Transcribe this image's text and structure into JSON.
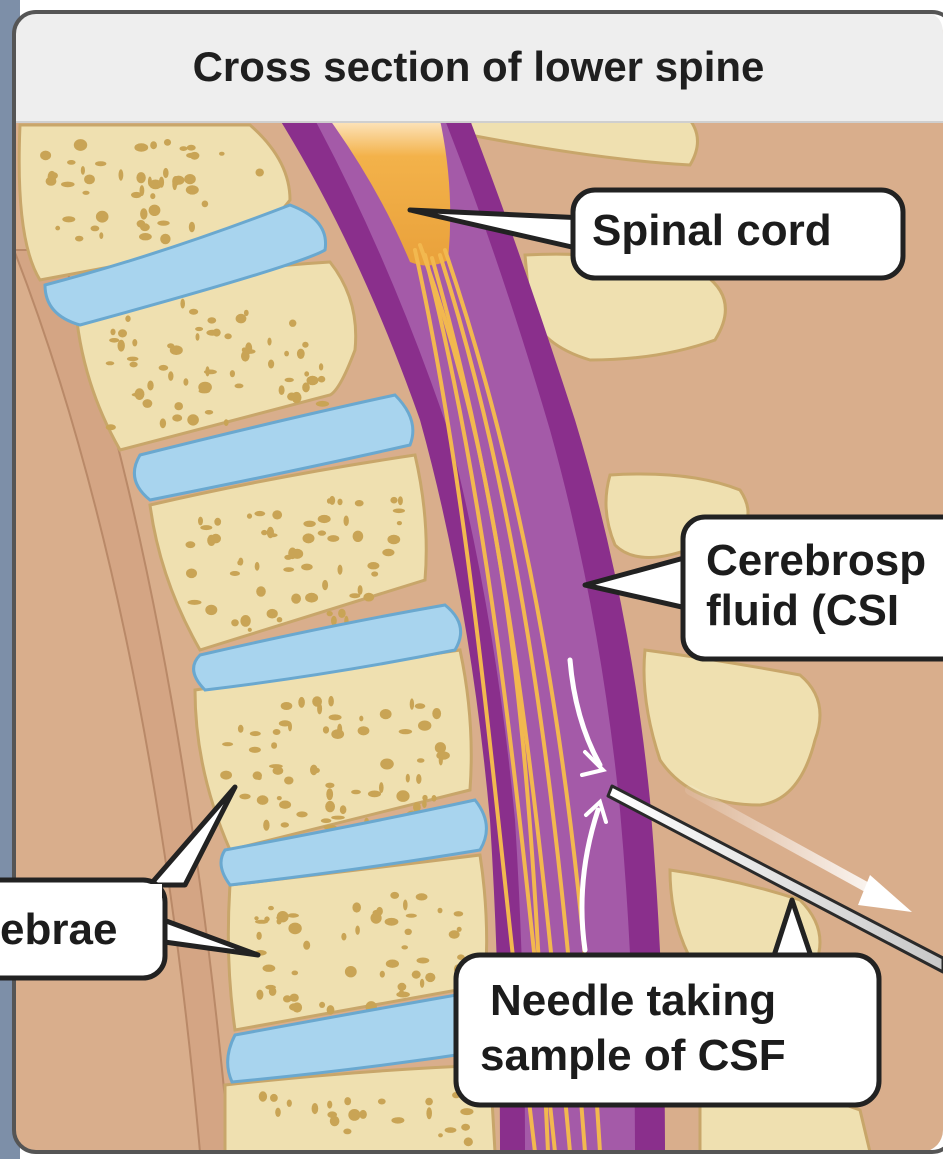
{
  "title": "Cross section of lower spine",
  "labels": {
    "spinal_cord": "Spinal cord",
    "csf_line1": "Cerebrosp",
    "csf_line2": "fluid (CSI",
    "vertebrae": "ebrae",
    "needle_line1": "Needle taking",
    "needle_line2": "sample of CSF"
  },
  "colors": {
    "tissue": "#d9ae8c",
    "bone": "#efe0b0",
    "bone_spots": "#c9a455",
    "disc": "#a8d4ee",
    "dura": "#8a2f8c",
    "csf": "#a45aa8",
    "nerves": "#f2b84f",
    "frame": "#555555",
    "title_bg": "#eeeeee"
  }
}
